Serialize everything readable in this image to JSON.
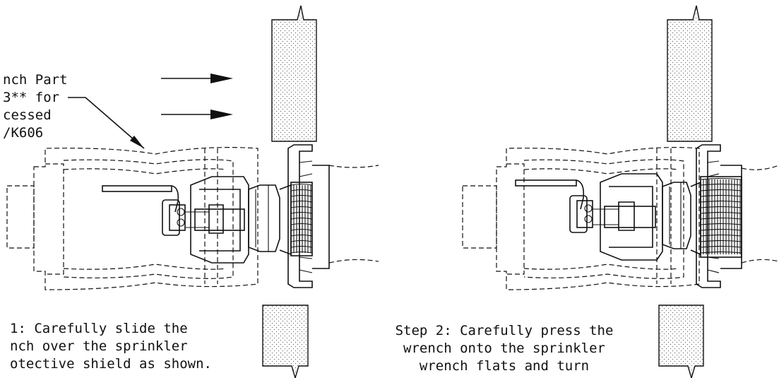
{
  "callout": {
    "lines": [
      "nch Part",
      "3** for",
      "cessed",
      "/K606"
    ]
  },
  "steps": {
    "step1": {
      "lines": [
        "1: Carefully slide the",
        "nch over the sprinkler",
        "otective shield as shown."
      ]
    },
    "step2": {
      "lines": [
        "Step 2: Carefully press the",
        "wrench onto the sprinkler",
        "wrench flats and turn"
      ]
    }
  }
}
